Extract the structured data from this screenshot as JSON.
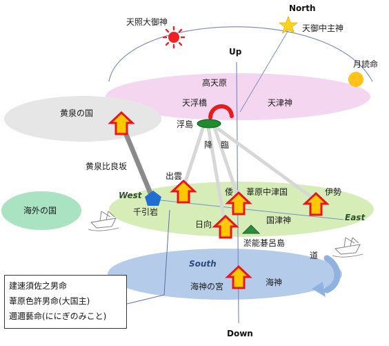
{
  "regions": {
    "takamagahara": "高天原",
    "amatsukami": "天津神",
    "yomi": "黄泉の国",
    "kaigai": "海外の国",
    "ashihara": "葦原中津国",
    "kunitsukami": "国津神",
    "kaijin": "海神"
  },
  "deities": {
    "amaterasu": "天照大御神",
    "amenominakanushi": "天御中主神",
    "tsukuyomi": "月読命"
  },
  "places": {
    "amenoukihashi": "天浮橋",
    "ukishima": "浮島",
    "kourin": "降　臨",
    "yomotsu_hirasaka": "黄泉比良坂",
    "izumo": "出雲",
    "chibikiiwa": "千引岩",
    "wa": "倭",
    "ise": "伊勢",
    "hyuga": "日向",
    "onogoro": "淤能碁呂島",
    "watatsumi_no_miya": "海神の宮",
    "michi": "道"
  },
  "directions": {
    "north": "North",
    "up": "Up",
    "west": "West",
    "east": "East",
    "south": "South",
    "down": "Down"
  },
  "legend": {
    "line1": "建速須佐之男命",
    "line2": "葦原色許男命(大国主)",
    "line3": "邇邇藝命(ににぎのみこと)"
  },
  "colors": {
    "heaven": "#f5d6f0",
    "yomi": "#e6e6e6",
    "kaigai": "#a9e3c2",
    "earth": "#d6edb8",
    "sea": "#b4cbea",
    "arrow_fill": "#ffc800",
    "arrow_outline": "#e8141e",
    "sun": "#ee2222",
    "star": "#ffd21e",
    "moon": "#ffc21a",
    "rock": "#1f6fd1",
    "island": "#2e8b3e"
  }
}
